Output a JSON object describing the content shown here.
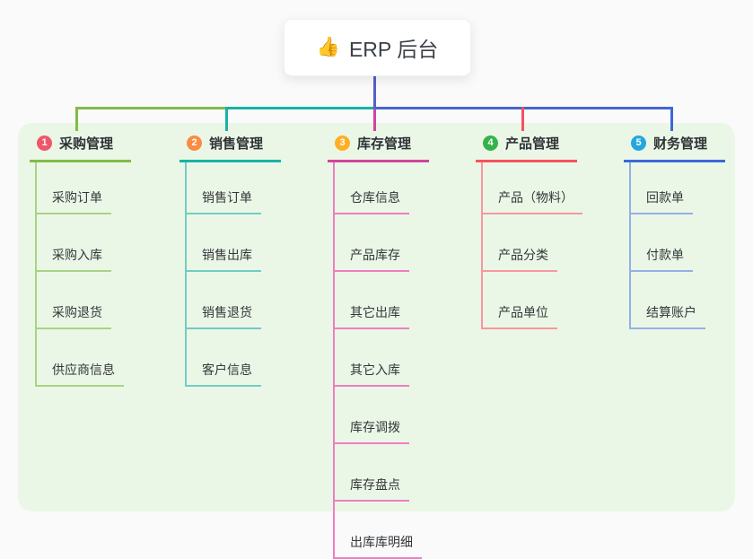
{
  "root": {
    "icon": "👍",
    "label": "ERP 后台"
  },
  "colors": {
    "page_bg": "#fafafa",
    "panel_bg": "#ebf7e6",
    "root_line": "#5560c6",
    "trunk_right_blue": "#4465d4"
  },
  "branches": [
    {
      "num": "1",
      "label": "采购管理",
      "badge_color": "#f0566a",
      "line_color": "#82bb47",
      "item_line_color": "#a9d285",
      "items": [
        "采购订单",
        "采购入库",
        "采购退货",
        "供应商信息"
      ]
    },
    {
      "num": "2",
      "label": "销售管理",
      "badge_color": "#fb8c44",
      "line_color": "#17b3a6",
      "item_line_color": "#72ccc3",
      "items": [
        "销售订单",
        "销售出库",
        "销售退货",
        "客户信息"
      ]
    },
    {
      "num": "3",
      "label": "库存管理",
      "badge_color": "#ffaf27",
      "line_color": "#d0459d",
      "item_line_color": "#ee7ec0",
      "items": [
        "仓库信息",
        "产品库存",
        "其它出库",
        "其它入库",
        "库存调拨",
        "库存盘点",
        "出库库明细"
      ]
    },
    {
      "num": "4",
      "label": "产品管理",
      "badge_color": "#34b34a",
      "line_color": "#f5525f",
      "item_line_color": "#f9969f",
      "items": [
        "产品（物料）",
        "产品分类",
        "产品单位"
      ]
    },
    {
      "num": "5",
      "label": "财务管理",
      "badge_color": "#25a6de",
      "line_color": "#3d68d8",
      "item_line_color": "#94afe5",
      "items": [
        "回款单",
        "付款单",
        "结算账户"
      ]
    }
  ]
}
